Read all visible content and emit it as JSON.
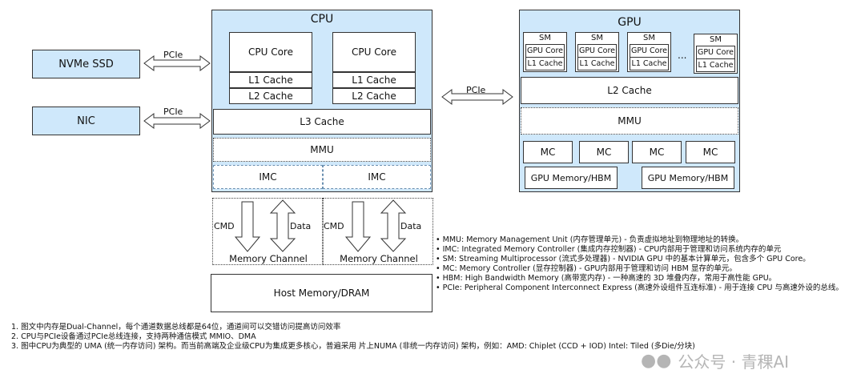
{
  "cpu": {
    "title": "CPU",
    "cores": [
      {
        "core": "CPU Core",
        "l1": "L1 Cache",
        "l2": "L2 Cache"
      },
      {
        "core": "CPU Core",
        "l1": "L1 Cache",
        "l2": "L2 Cache"
      }
    ],
    "l3": "L3 Cache",
    "mmu": "MMU",
    "imc": [
      "IMC",
      "IMC"
    ]
  },
  "devices": {
    "nvme": "NVMe SSD",
    "nic": "NIC",
    "pcie_nvme": "PCIe",
    "pcie_nic": "PCIe",
    "pcie_gpu": "PCIe"
  },
  "memory": {
    "channels": [
      {
        "cmd": "CMD",
        "data": "Data",
        "label": "Memory Channel"
      },
      {
        "cmd": "CMD",
        "data": "Data",
        "label": "Memory Channel"
      }
    ],
    "host": "Host Memory/DRAM"
  },
  "gpu": {
    "title": "GPU",
    "sms": [
      {
        "sm": "SM",
        "core": "GPU Core",
        "l1": "L1 Cache"
      },
      {
        "sm": "SM",
        "core": "GPU Core",
        "l1": "L1 Cache"
      },
      {
        "sm": "SM",
        "core": "GPU Core",
        "l1": "L1 Cache"
      },
      {
        "sm": "SM",
        "core": "GPU Core",
        "l1": "L1 Cache"
      }
    ],
    "ellipsis": "...",
    "l2": "L2 Cache",
    "mmu": "MMU",
    "mc": [
      "MC",
      "MC",
      "MC",
      "MC"
    ],
    "hbm": [
      "GPU Memory/HBM",
      "GPU Memory/HBM"
    ]
  },
  "legend": [
    "MMU: Memory Management Unit (内存管理单元) - 负责虚拟地址到物理地址的转换。",
    "IMC: Integrated Memory Controller (集成内存控制器) - CPU内部用于管理和访问系统内存的单元",
    "SM: Streaming Multiprocessor (流式多处理器) - NVIDIA GPU 中的基本计算单元，包含多个 GPU Core。",
    "MC: Memory Controller (显存控制器) - GPU内部用于管理和访问 HBM 显存的单元。",
    "HBM: High Bandwidth Memory (高带宽内存) - 一种高速的 3D 堆叠内存，常用于高性能 GPU。",
    "PCIe: Peripheral Component Interconnect Express (高速外设组件互连标准) - 用于连接 CPU 与高速外设的总线。"
  ],
  "notes": [
    "1. 图文中内存是Dual-Channel，每个通道数据总线都是64位，通道间可以交错访问提高访问效率",
    "2. CPU与PCIe设备通过PCIe总线连接，支持两种通信模式 MMIO、DMA",
    "3. 图中CPU为典型的 UMA (统一内存访问) 架构。而当前高端及企业级CPU为集成更多核心，普遍采用 片上NUMA (非统一内存访问) 架构，例如：AMD: Chiplet (CCD + IOD)  Intel: Tiled (多Die/分块)"
  ],
  "watermark": "公众号 · 青稞AI"
}
